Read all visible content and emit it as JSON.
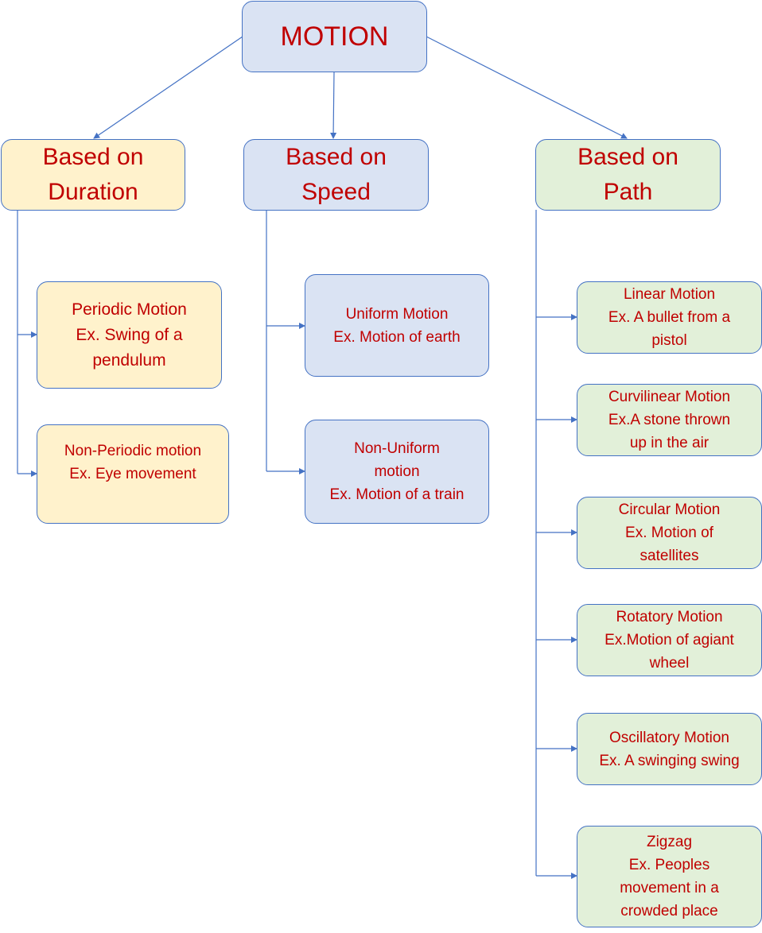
{
  "root": {
    "label": "MOTION"
  },
  "categories": {
    "duration": {
      "line1": "Based on",
      "line2": "Duration"
    },
    "speed": {
      "line1": "Based on",
      "line2": "Speed"
    },
    "path": {
      "line1": "Based on",
      "line2": "Path"
    }
  },
  "duration_items": [
    {
      "lines": [
        "Periodic Motion",
        "Ex. Swing of a",
        "pendulum"
      ]
    },
    {
      "lines": [
        "Non-Periodic motion",
        "Ex. Eye movement"
      ]
    }
  ],
  "speed_items": [
    {
      "lines": [
        "Uniform Motion",
        "Ex. Motion of earth"
      ]
    },
    {
      "lines": [
        "Non-Uniform",
        "motion",
        "Ex. Motion of a train"
      ]
    }
  ],
  "path_items": [
    {
      "lines": [
        "Linear Motion",
        "Ex. A bullet from a",
        "pistol"
      ]
    },
    {
      "lines": [
        "Curvilinear Motion",
        "Ex.A stone thrown",
        "up in the air"
      ]
    },
    {
      "lines": [
        "Circular Motion",
        "Ex. Motion of",
        "satellites"
      ]
    },
    {
      "lines": [
        "Rotatory Motion",
        "Ex.Motion of agiant",
        "wheel"
      ]
    },
    {
      "lines": [
        "Oscillatory Motion",
        "Ex. A swinging swing"
      ]
    },
    {
      "lines": [
        "Zigzag",
        "Ex. Peoples",
        "movement in a",
        "crowded place"
      ]
    }
  ],
  "colors": {
    "text": "#c00000",
    "border": "#4472c4",
    "blue_fill": "#dae3f3",
    "yellow_fill": "#fff2cc",
    "green_fill": "#e2f0d9",
    "connector": "#4472c4"
  }
}
